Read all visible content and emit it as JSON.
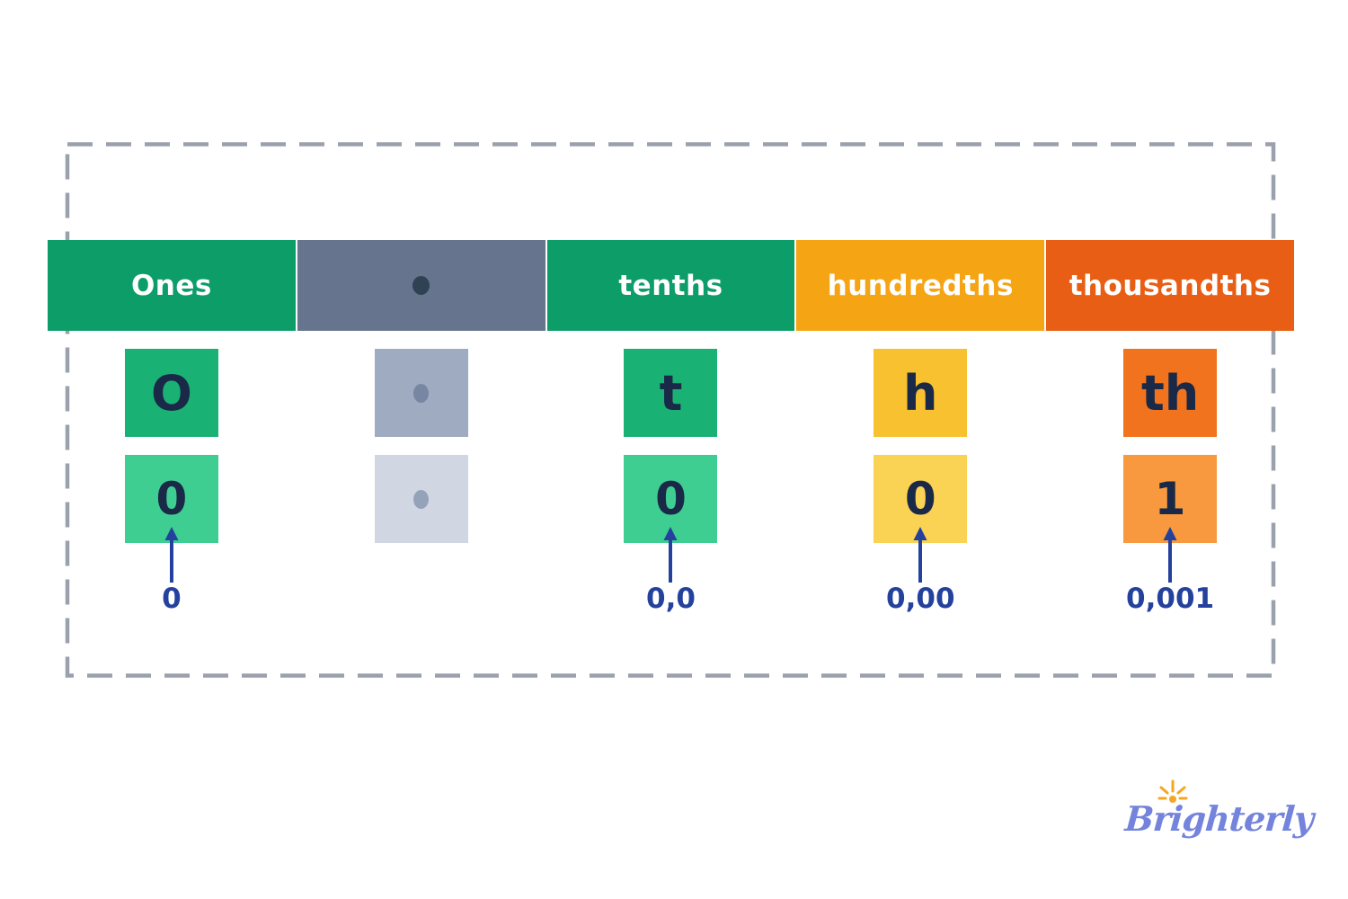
{
  "chart": {
    "description": "decimal place value chart",
    "columns": [
      {
        "key": "ones",
        "header": "Ones",
        "abbr": "O",
        "digit": "0",
        "value_label": "0"
      },
      {
        "key": "decimal_point",
        "header": "",
        "icon": "decimal-point-dot",
        "abbr": "",
        "digit": "",
        "value_label": ""
      },
      {
        "key": "tenths",
        "header": "tenths",
        "abbr": "t",
        "digit": "0",
        "value_label": "0,0"
      },
      {
        "key": "hundredths",
        "header": "hundredths",
        "abbr": "h",
        "digit": "0",
        "value_label": "0,00"
      },
      {
        "key": "thousandths",
        "header": "thousandths",
        "abbr": "th",
        "digit": "1",
        "value_label": "0,001"
      }
    ]
  },
  "logo": {
    "text": "Brighterly"
  },
  "colors": {
    "ones_header": "#0D9D68",
    "ones_abbr_tile": "#1AB274",
    "ones_digit_tile": "#3FCE92",
    "decimal_header": "#66758D",
    "decimal_abbr_tile": "#9EABC0",
    "decimal_digit_tile": "#D0D7E2",
    "tenths_header": "#0D9D68",
    "tenths_abbr_tile": "#1AB274",
    "tenths_digit_tile": "#3FCE92",
    "hundredths_header": "#F5A413",
    "hundredths_abbr_tile": "#F8C12F",
    "hundredths_digit_tile": "#FAD354",
    "thousandths_header": "#E85E14",
    "thousandths_abbr_tile": "#F1731D",
    "thousandths_digit_tile": "#F8993F",
    "tile_text": "#1A2947",
    "header_text": "#FFFFFF",
    "arrow_and_label": "#24419D",
    "dashed_border": "#9AA1AC",
    "header_dot": "#2E4254",
    "logo_blue": "#7484DC",
    "logo_sun": "#F6A623"
  }
}
